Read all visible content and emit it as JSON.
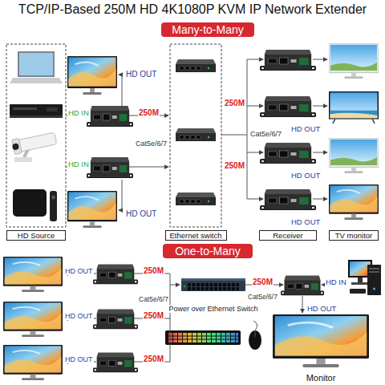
{
  "diagram": {
    "title": "TCP/IP-Based 250M HD 4K1080P KVM IP Network Extender",
    "nodes": [
      {
        "text": [
          "Many-to-Many"
        ]
      },
      {
        "text": [
          "HD Source"
        ]
      },
      {
        "text": [
          "Ethernet switch"
        ]
      },
      {
        "text": [
          "Receiver"
        ]
      },
      {
        "text": [
          "TV monitor"
        ]
      },
      {
        "text": [
          "One-to-Many"
        ]
      }
    ],
    "labels": [
      "HD OUT",
      "HD IN",
      "250M",
      "Cat5e/6/7",
      "HD IN",
      "HD OUT",
      "250M",
      "Cat5e/6/7",
      "250M",
      "HD OUT",
      "HD OUT",
      "HD OUT",
      "HD OUT",
      "250M",
      "HD OUT",
      "250M",
      "HD OUT",
      "250M",
      "Cat5e/6/7",
      "Power over Ethernet Switch",
      "Cat5e/6/7",
      "250M",
      "HD IN",
      "HD OUT",
      "Monitor"
    ]
  }
}
